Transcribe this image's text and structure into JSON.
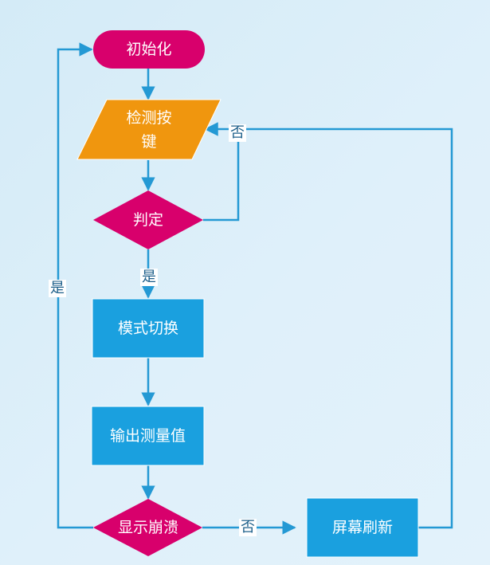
{
  "colors": {
    "terminal": "#d8006c",
    "decision": "#d8006c",
    "io": "#f0960e",
    "process": "#1aa0df",
    "connector": "#2499d4",
    "background": "#d8edf8"
  },
  "nodes": {
    "init": {
      "label": "初始化",
      "shape": "terminal"
    },
    "detect": {
      "label_line1": "检测按",
      "label_line2": "键",
      "shape": "parallelogram"
    },
    "judge": {
      "label": "判定",
      "shape": "diamond"
    },
    "mode_switch": {
      "label": "模式切换",
      "shape": "rectangle"
    },
    "output": {
      "label": "输出测量值",
      "shape": "rectangle"
    },
    "display_crash": {
      "label": "显示崩溃",
      "shape": "diamond"
    },
    "refresh": {
      "label": "屏幕刷新",
      "shape": "rectangle"
    }
  },
  "edge_labels": {
    "judge_no": "否",
    "judge_yes": "是",
    "crash_yes": "是",
    "crash_no": "否"
  }
}
